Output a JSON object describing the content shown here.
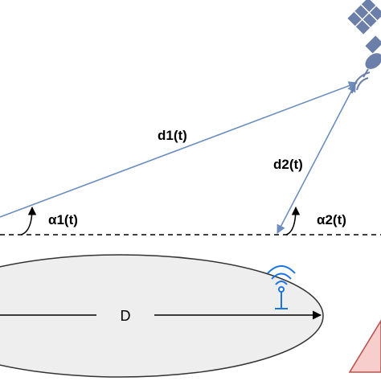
{
  "labels": {
    "d1": "d1(t)",
    "d2": "d2(t)",
    "alpha1": "α1(t)",
    "alpha2": "α2(t)",
    "diameter": "D"
  },
  "colors": {
    "link": "#6c8ebf",
    "satellite": "#6b7fa8",
    "antenna": "#1b73e8",
    "outline": "#333333",
    "ellipse_fill": "#eeeeee",
    "triangle": "#b85450"
  },
  "icons": {
    "satellite": "satellite-icon",
    "ground_station": "antenna-tower-icon"
  }
}
